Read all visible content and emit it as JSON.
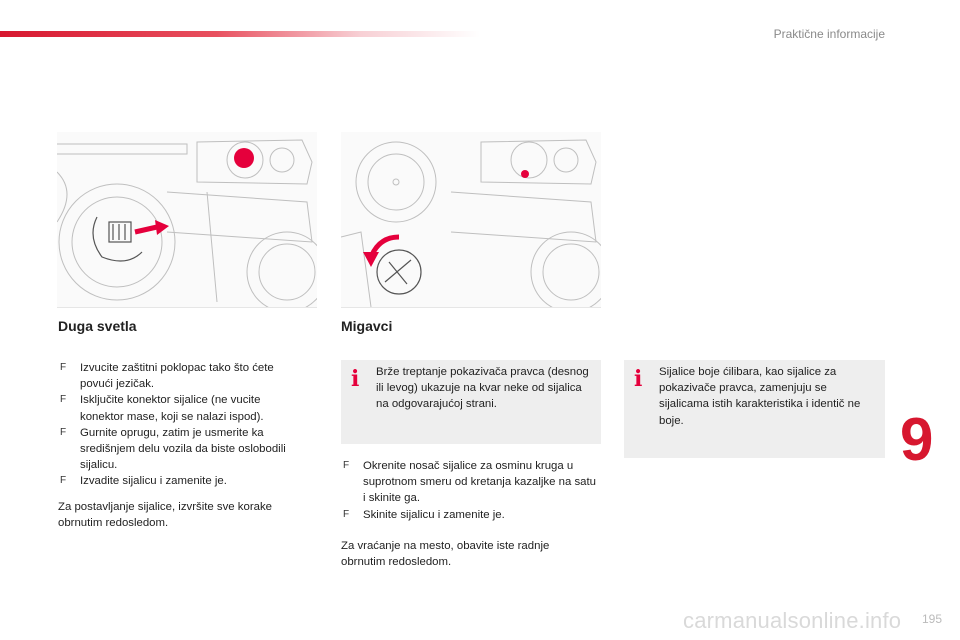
{
  "header": {
    "title": "Praktične informacije"
  },
  "left_section": {
    "title": "Duga svetla",
    "steps": [
      "Izvucite zaštitni poklopac tako što ćete povući jezičak.",
      "Isključite konektor sijalice (ne vucite konektor mase, koji se nalazi ispod).",
      "Gurnite oprugu, zatim je usmerite ka središnjem delu vozila da biste oslobodili sijalicu.",
      "Izvadite sijalicu i zamenite je."
    ],
    "footer_text": "Za postavljanje sijalice, izvršite sve korake obrnutim redosledom."
  },
  "middle_section": {
    "title": "Migavci",
    "info_text": "Brže treptanje pokazivača pravca (desnog ili levog) ukazuje na kvar neke od sijalica na odgovarajućoj strani.",
    "steps": [
      "Okrenite nosač sijalice za osminu kruga u suprotnom smeru od kretanja kazaljke na satu i skinite ga.",
      "Skinite sijalicu i zamenite je."
    ],
    "footer_text": "Za vraćanje na mesto, obavite iste radnje obrnutim redosledom."
  },
  "right_section": {
    "info_text": "Sijalice boje ćilibara, kao sijalice za pokazivače pravca, zamenjuju se sijalicama istih karakteristika i identič ne boje."
  },
  "bullet_glyph": "F",
  "info_glyph": "i",
  "chapter_number": "9",
  "page_number": "195",
  "watermark": "carmanualsonline.info",
  "colors": {
    "accent": "#d7172f",
    "info_bg": "#eeeeee",
    "info_icon": "#e5003c"
  }
}
